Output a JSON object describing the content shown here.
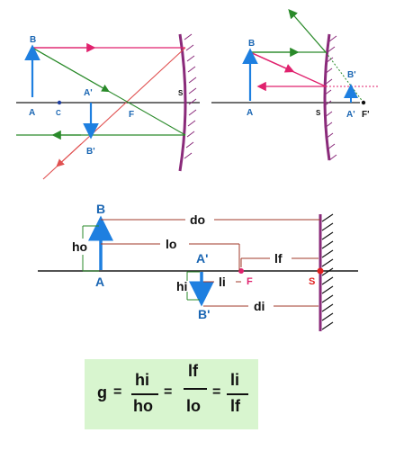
{
  "fig1": {
    "labels": {
      "A": "A",
      "B": "B",
      "C": "C",
      "Ap": "A'",
      "Bp": "B'",
      "F": "F",
      "S": "S"
    },
    "colors": {
      "axis": "#1a1a1a",
      "mirror": "#8a2a7a",
      "ray_pink": "#e0226e",
      "ray_green": "#2a8a2a",
      "ray_red": "#e05050",
      "object": "#1e7fe0",
      "label": "#1a66b3"
    }
  },
  "fig2": {
    "labels": {
      "A": "A",
      "B": "B",
      "Ap": "A'",
      "Bp": "B'",
      "S": "S",
      "Fp": "F'"
    }
  },
  "fig3": {
    "labels": {
      "A": "A",
      "B": "B",
      "Ap": "A'",
      "Bp": "B'",
      "F": "F",
      "S": "S"
    },
    "dimensions": {
      "do": "do",
      "lo": "lo",
      "lf": "lf",
      "ho": "ho",
      "hi": "hi",
      "li": "li",
      "di": "di"
    }
  },
  "formula": {
    "g": "g",
    "eq": "=",
    "f1_num": "hi",
    "f1_den": "ho",
    "f2_num": "lf",
    "f2_den": "lo",
    "f3_num": "li",
    "f3_den": "lf",
    "bg": "#d8f5cf"
  }
}
